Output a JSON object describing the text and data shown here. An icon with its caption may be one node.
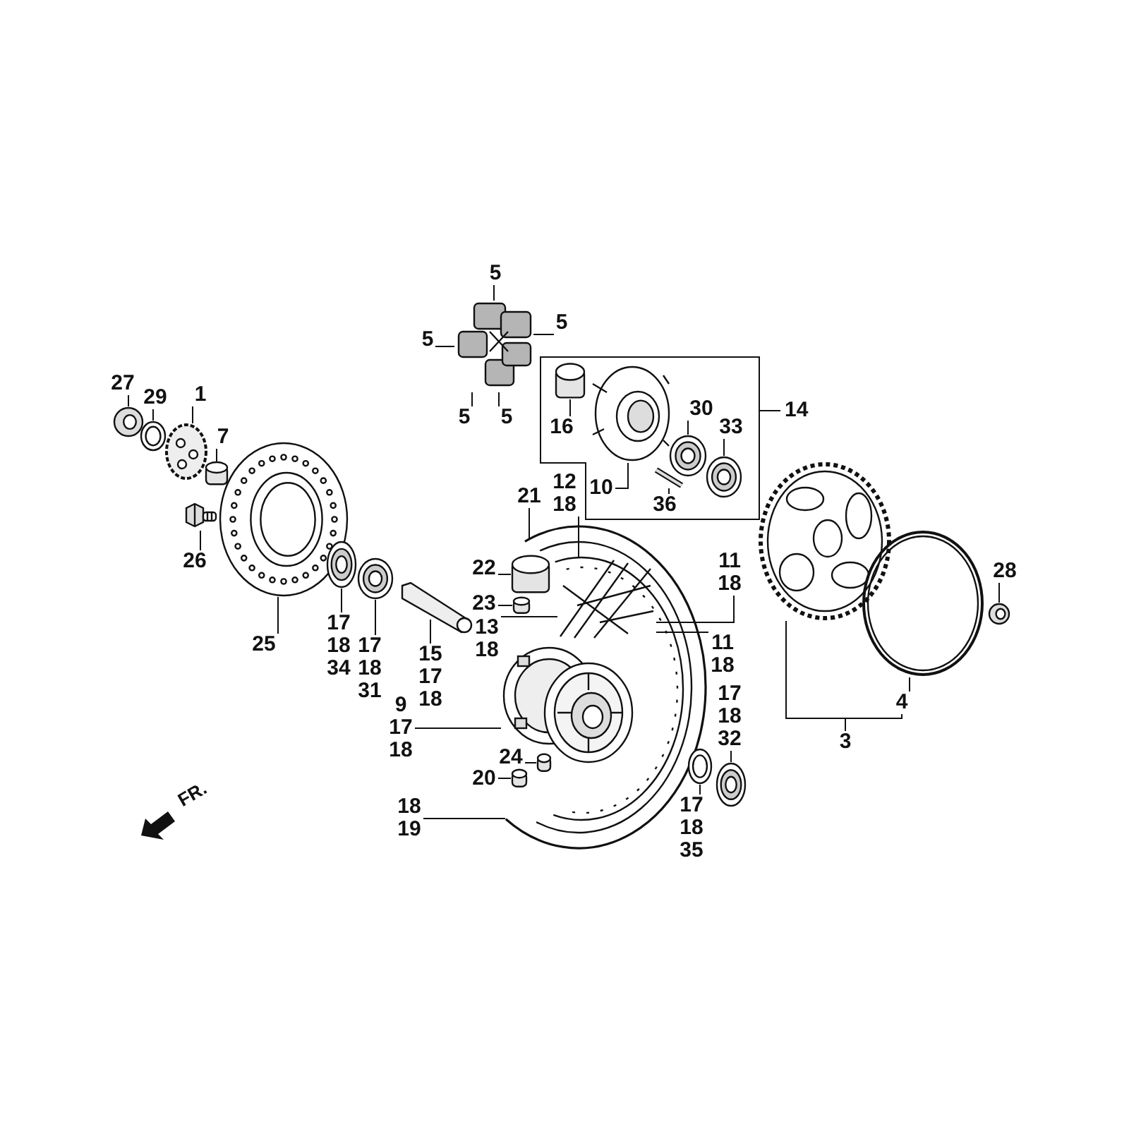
{
  "diagram": {
    "nodes": [
      {
        "text": [
          "5"
        ]
      },
      {
        "text": [
          "5"
        ]
      },
      {
        "text": [
          "5"
        ]
      },
      {
        "text": [
          "5"
        ]
      },
      {
        "text": [
          "5"
        ]
      },
      {
        "text": [],
        "shape": "picture"
      },
      {
        "text": [
          "27"
        ]
      },
      {
        "text": [],
        "shape": "picture"
      },
      {
        "text": [
          "29"
        ]
      },
      {
        "text": [],
        "shape": "picture"
      },
      {
        "text": [
          "1"
        ]
      },
      {
        "text": [],
        "shape": "picture"
      },
      {
        "text": [
          "7"
        ]
      },
      {
        "text": [],
        "shape": "cylinder"
      },
      {
        "text": [
          "16"
        ]
      },
      {
        "text": [],
        "shape": "cylinder"
      },
      {
        "text": [],
        "shape": "picture"
      },
      {
        "text": [
          "10"
        ]
      },
      {
        "text": [
          "30"
        ]
      },
      {
        "text": [],
        "shape": "picture"
      },
      {
        "text": [
          "33"
        ]
      },
      {
        "text": [],
        "shape": "picture"
      },
      {
        "text": [],
        "shape": "picture"
      },
      {
        "text": [
          "36"
        ]
      },
      {
        "text": [],
        "shape": "picture"
      },
      {
        "text": [
          "26"
        ]
      },
      {
        "text": [],
        "shape": "picture"
      },
      {
        "text": [
          "25"
        ]
      },
      {
        "text": [],
        "shape": "picture"
      },
      {
        "text": [
          "17",
          "18",
          "34"
        ]
      },
      {
        "text": [],
        "shape": "picture"
      },
      {
        "text": [
          "17",
          "18",
          "31"
        ]
      },
      {
        "text": [],
        "shape": "picture"
      },
      {
        "text": [
          "15",
          "17",
          "18"
        ]
      },
      {
        "text": [
          "21"
        ]
      },
      {
        "text": [
          "12",
          "18"
        ]
      },
      {
        "text": [],
        "shape": "picture"
      },
      {
        "text": [
          "22"
        ],
        "in": 36
      },
      {
        "text": [],
        "shape": "cylinder",
        "in": 36
      },
      {
        "text": [
          "23"
        ],
        "in": 36
      },
      {
        "text": [],
        "shape": "cylinder",
        "in": 36
      },
      {
        "text": [
          "13",
          "18"
        ],
        "in": 36
      },
      {
        "text": [],
        "shape": "picture",
        "in": 36
      },
      {
        "text": [],
        "shape": "picture",
        "in": 36
      },
      {
        "text": [
          "24"
        ],
        "in": 36
      },
      {
        "text": [],
        "shape": "cylinder",
        "in": 36
      },
      {
        "text": [
          "20"
        ],
        "in": 36
      },
      {
        "text": [],
        "shape": "cylinder",
        "in": 36
      },
      {
        "text": [
          "11",
          "18"
        ]
      },
      {
        "text": [
          "11",
          "18"
        ]
      },
      {
        "text": [
          "9",
          "17",
          "18"
        ]
      },
      {
        "text": [
          "18",
          "19"
        ]
      },
      {
        "text": [
          "17",
          "18",
          "32"
        ]
      },
      {
        "text": [],
        "shape": "picture"
      },
      {
        "text": [],
        "shape": "picture"
      },
      {
        "text": [
          "17",
          "18",
          "35"
        ]
      },
      {
        "text": [],
        "shape": "picture"
      },
      {
        "text": [],
        "shape": "picture"
      },
      {
        "text": [
          "4"
        ]
      },
      {
        "text": [
          "3"
        ]
      },
      {
        "text": [
          "28"
        ]
      },
      {
        "text": [],
        "shape": "picture"
      }
    ],
    "edges": [
      {
        "from": 0,
        "to": 5,
        "arrow": "none"
      },
      {
        "from": 1,
        "to": 5,
        "arrow": "none"
      },
      {
        "from": 2,
        "to": 5,
        "arrow": "none"
      },
      {
        "from": 3,
        "to": 5,
        "arrow": "none"
      },
      {
        "from": 4,
        "to": 5,
        "arrow": "none"
      },
      {
        "from": 6,
        "to": 7,
        "arrow": "none"
      },
      {
        "from": 8,
        "to": 9,
        "arrow": "none"
      },
      {
        "from": 10,
        "to": 11,
        "arrow": "none"
      },
      {
        "from": 12,
        "to": 13,
        "arrow": "none"
      },
      {
        "from": 14,
        "to": 15,
        "arrow": "none"
      },
      {
        "from": 17,
        "to": 16,
        "arrow": "none"
      },
      {
        "from": 18,
        "to": 19,
        "arrow": "none"
      },
      {
        "from": 20,
        "to": 21,
        "arrow": "none"
      },
      {
        "from": 23,
        "to": 22,
        "arrow": "none"
      },
      {
        "from": 25,
        "to": 24,
        "arrow": "none"
      },
      {
        "from": 27,
        "to": 26,
        "arrow": "none"
      },
      {
        "from": 29,
        "to": 28,
        "arrow": "none"
      },
      {
        "from": 31,
        "to": 30,
        "arrow": "none"
      },
      {
        "from": 33,
        "to": 32,
        "arrow": "none"
      },
      {
        "from": 34,
        "to": 36,
        "arrow": "none"
      },
      {
        "from": 35,
        "to": 42,
        "arrow": "none"
      },
      {
        "from": 37,
        "to": 38,
        "arrow": "none"
      },
      {
        "from": 39,
        "to": 40,
        "arrow": "none"
      },
      {
        "from": 41,
        "to": 42,
        "arrow": "none"
      },
      {
        "from": 48,
        "to": 42,
        "arrow": "none"
      },
      {
        "from": 49,
        "to": 42,
        "arrow": "none"
      },
      {
        "from": 50,
        "to": 43,
        "arrow": "none"
      },
      {
        "from": 51,
        "to": 36,
        "arrow": "none"
      },
      {
        "from": 44,
        "to": 45,
        "arrow": "none"
      },
      {
        "from": 46,
        "to": 47,
        "arrow": "none"
      },
      {
        "from": 52,
        "to": 53,
        "arrow": "none"
      },
      {
        "from": 55,
        "to": 54,
        "arrow": "none"
      },
      {
        "from": 59,
        "to": 56,
        "arrow": "none"
      },
      {
        "from": 59,
        "to": 58,
        "arrow": "none"
      },
      {
        "from": 58,
        "to": 57,
        "arrow": "none"
      },
      {
        "from": 60,
        "to": 61,
        "arrow": "none"
      }
    ],
    "labels": [
      "14",
      "FR."
    ]
  }
}
